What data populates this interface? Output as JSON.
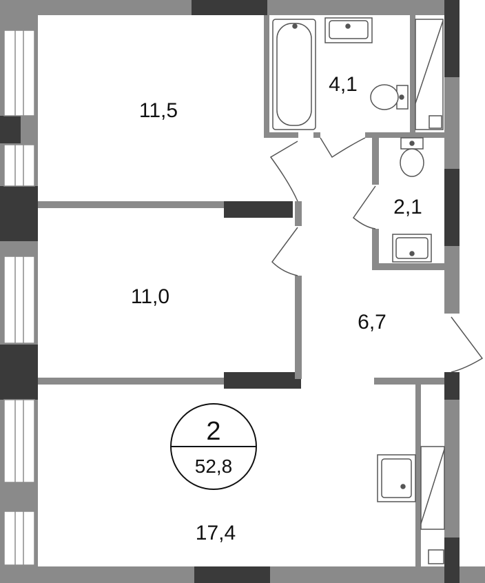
{
  "colors": {
    "wall": "#8a8a8a",
    "wall_dark": "#3a3a3a",
    "fixture": "#555555",
    "background": "#ffffff"
  },
  "rooms": [
    {
      "id": "room-1",
      "area": "11,5"
    },
    {
      "id": "bathroom",
      "area": "4,1"
    },
    {
      "id": "toilet",
      "area": "2,1"
    },
    {
      "id": "room-2",
      "area": "11,0"
    },
    {
      "id": "hallway",
      "area": "6,7"
    },
    {
      "id": "room-3",
      "area": "17,4"
    }
  ],
  "summary": {
    "rooms_count": "2",
    "total_area": "52,8"
  }
}
